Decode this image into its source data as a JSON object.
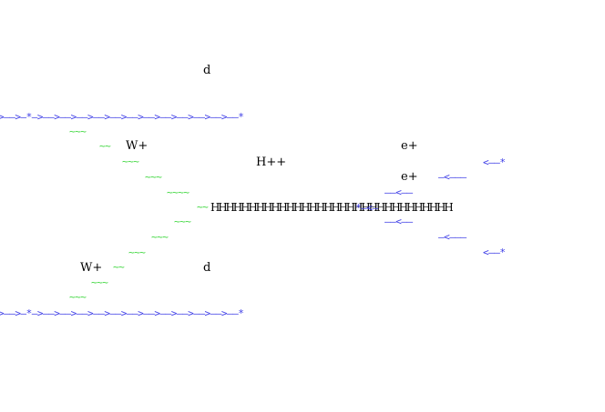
{
  "labels": {
    "d_top": "d",
    "d_bottom": "d",
    "w_top": "W+",
    "w_bottom": "W+",
    "higgs": "H++",
    "e_top": "e+",
    "e_bottom": "e+"
  },
  "lines": {
    "quark_top": ">——>—*—>——>——>——>——>——>——>——>——>——>——>——>——*",
    "quark_bottom": ">——>—*—>——>——>——>——>——>——>——>——>——>——>——>——*",
    "boson_top_1": "~~~",
    "boson_top_2": "~~",
    "boson_top_3": "~~~",
    "boson_top_4": "~~~",
    "boson_top_5": "~~~~",
    "boson_top_6": "~~",
    "boson_bot_1": "~~~",
    "boson_bot_2": "~~~",
    "boson_bot_3": "~~~",
    "boson_bot_4": "~~",
    "boson_bot_5": "~~~",
    "boson_bot_6": "~~~",
    "higgs_prop": "HHHHHHHHHHHHHHHHHHHHHHHHHHHHHHHH",
    "vertex_right": "*—<—",
    "lep_top_a": "<——*",
    "lep_top_b": "—<———",
    "lep_top_c": "——<——",
    "lep_bot_c": "——<——",
    "lep_bot_b": "—<———",
    "lep_bot_a": "<——*"
  },
  "colors": {
    "fermion": "#3a3ae6",
    "boson": "#3ad63a",
    "scalar": "#000000"
  }
}
